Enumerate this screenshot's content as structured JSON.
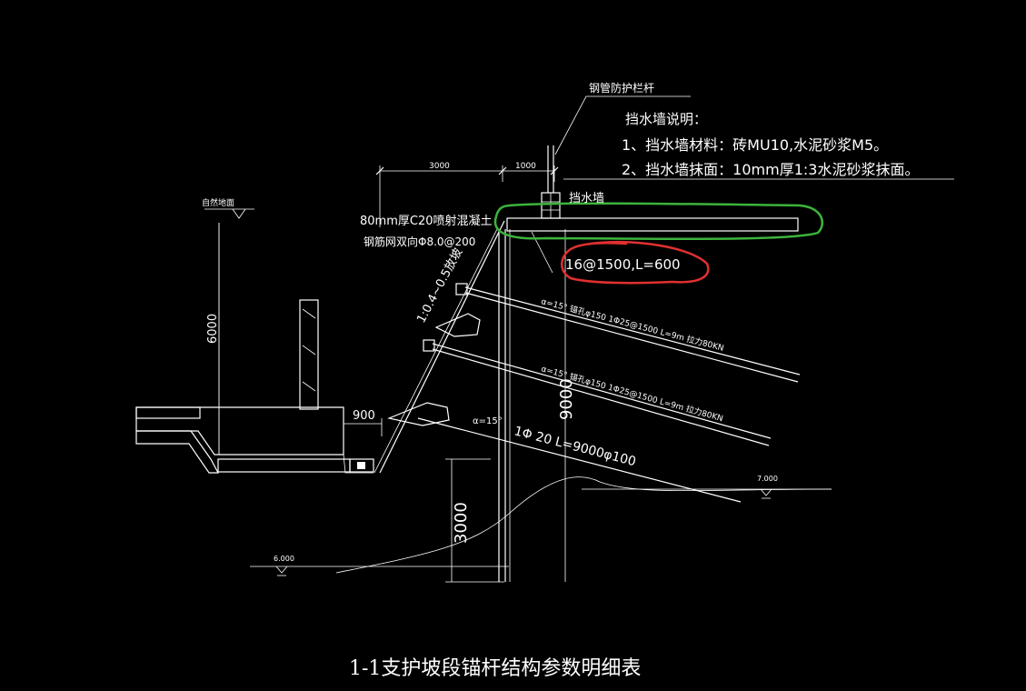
{
  "labels": {
    "railing": "钢管防护栏杆",
    "notes_title": "挡水墙说明：",
    "note1": "1、挡水墙材料：砖MU10,水泥砂浆M5。",
    "note2": "2、挡水墙抹面：10mm厚1:3水泥砂浆抹面。",
    "wall": "挡水墙",
    "shotcrete": "80mm厚C20喷射混凝土",
    "mesh": "钢筋网双向Φ8.0@200",
    "natural_ground": "自然地面",
    "slope": "1:0.4~0.5放坡",
    "nail_spec": "16@1500,L=600",
    "anchor1": "α=15°  锚孔φ150  1Φ25@1500  L=9m  拉力80KN",
    "anchor2": "α=15°  锚孔φ150  1Φ25@1500  L=9m  拉力80KN",
    "anchor3_angle": "α=15°",
    "anchor3": "1Φ 20  L=9000φ100",
    "title": "1-1支护坡段锚杆结构参数明细表"
  },
  "dimensions": {
    "d3000_top": "3000",
    "d1000": "1000",
    "d6000": "6000",
    "d900": "900",
    "d9000": "9000",
    "d3000_bottom": "3000",
    "elev_right": "7.000",
    "elev_left": "6.000"
  },
  "colors": {
    "background": "#000000",
    "line": "#ffffff",
    "green_mark": "#3cb43c",
    "red_mark": "#e03030"
  }
}
